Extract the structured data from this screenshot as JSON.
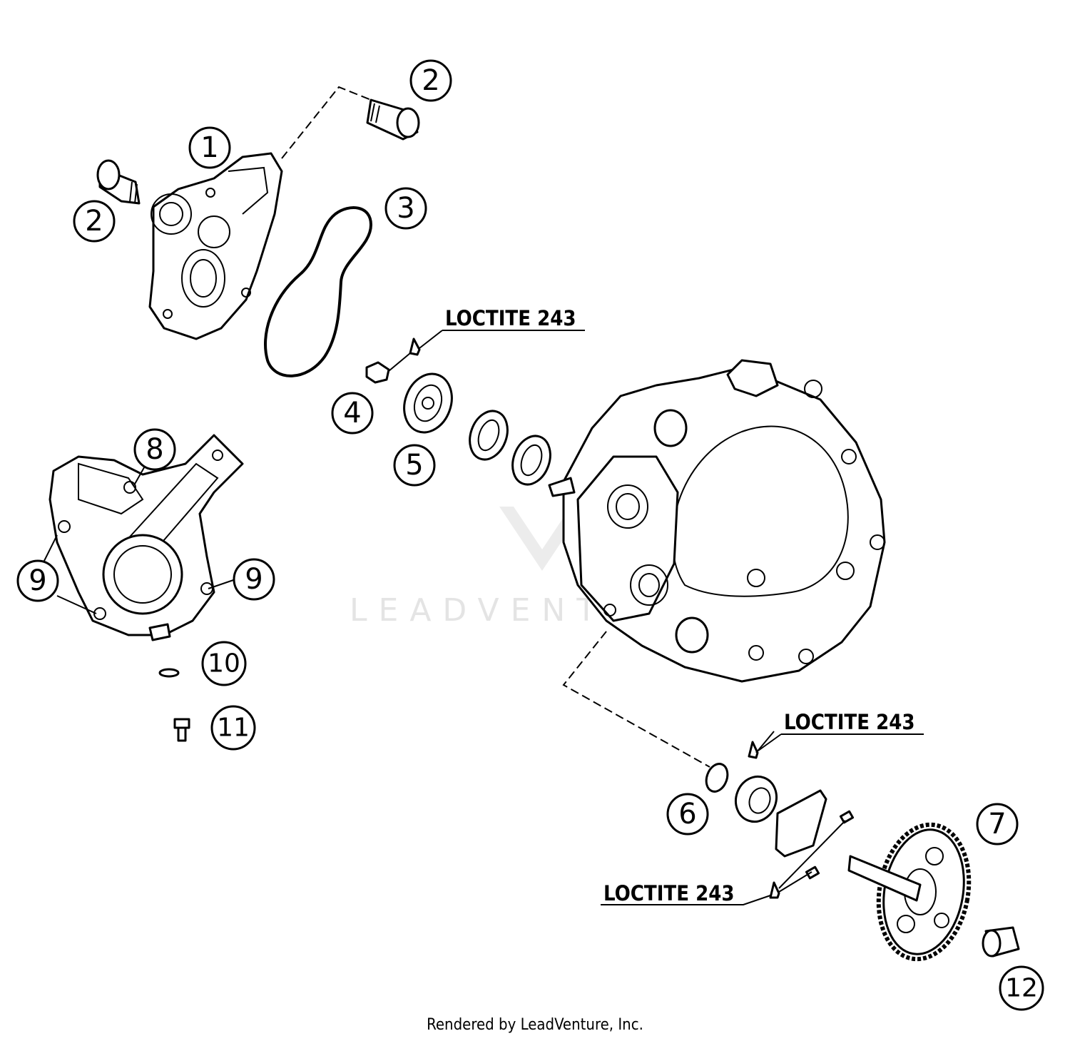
{
  "callouts": {
    "c1": "1",
    "c2a": "2",
    "c2b": "2",
    "c3": "3",
    "c4": "4",
    "c5": "5",
    "c6": "6",
    "c7": "7",
    "c8": "8",
    "c9a": "9",
    "c9b": "9",
    "c10": "10",
    "c11": "11",
    "c12": "12"
  },
  "notes": {
    "loctite_top": "LOCTITE 243",
    "loctite_right": "LOCTITE 243",
    "loctite_bottom": "LOCTITE 243"
  },
  "watermark": "LEADVENTURE",
  "footer": "Rendered by LeadVenture, Inc."
}
